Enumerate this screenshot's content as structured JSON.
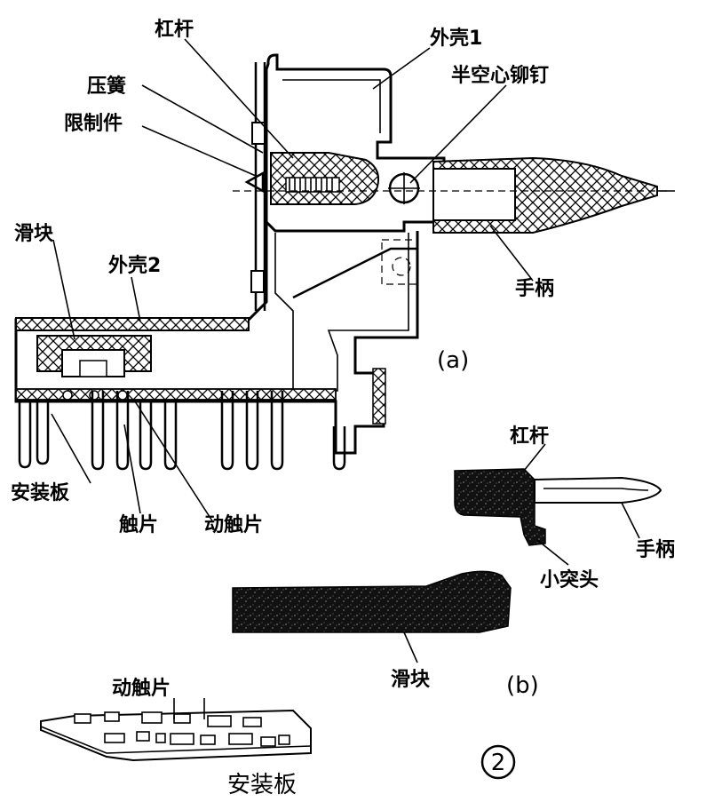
{
  "labels_a": {
    "lever": "杠杆",
    "shell1": "外壳1",
    "pressure_spring": "压簧",
    "semi_hollow_rivet": "半空心铆钉",
    "limiter": "限制件",
    "slider": "滑块",
    "shell2": "外壳2",
    "handle": "手柄",
    "mounting_board": "安装板",
    "contact": "触片",
    "moving_contact": "动触片",
    "part_tag": "(a)"
  },
  "labels_b": {
    "lever": "杠杆",
    "handle": "手柄",
    "small_protrusion": "小突头",
    "slider": "滑块",
    "part_tag": "(b)"
  },
  "labels_c": {
    "moving_contact": "动触片",
    "mounting_board": "安装板"
  },
  "figure_number": "2"
}
